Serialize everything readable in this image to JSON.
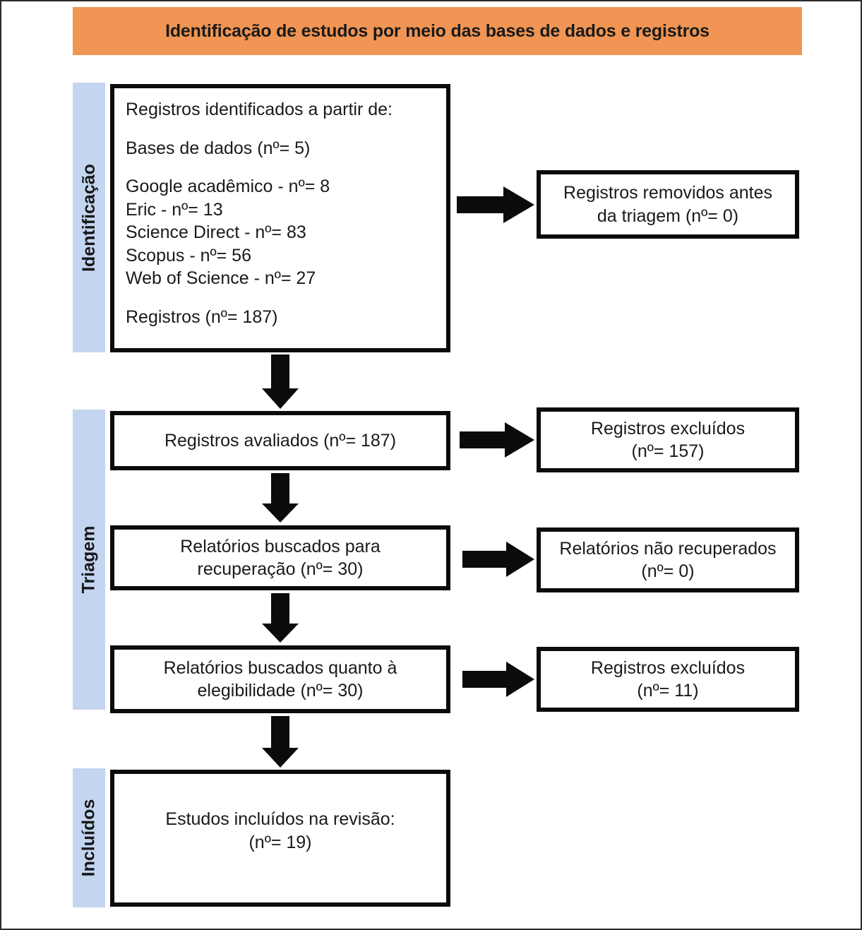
{
  "header": {
    "title": "Identificação de estudos por meio das bases de dados e registros",
    "band_color": "#F09553"
  },
  "stages": {
    "identification": "Identificação",
    "screening": "Triagem",
    "included": "Incluídos",
    "bar_color": "#C4D5EF"
  },
  "boxes": {
    "identified": {
      "heading": "Registros identificados a partir de:",
      "databases_count": "Bases de dados (nº= 5)",
      "sources": [
        "Google acadêmico - nº= 8",
        "Eric - nº= 13",
        "Science Direct - nº= 83",
        "Scopus - nº= 56",
        "Web of Science - nº= 27"
      ],
      "total": "Registros (nº= 187)"
    },
    "removed": {
      "line1": "Registros removidos antes",
      "line2": "da triagem (nº= 0)"
    },
    "screened": {
      "line1": "Registros avaliados (nº= 187)"
    },
    "excluded_1": {
      "line1": "Registros excluídos",
      "line2": "(nº= 157)"
    },
    "sought": {
      "line1": "Relatórios buscados para",
      "line2": "recuperação (nº= 30)"
    },
    "not_retrieved": {
      "line1": "Relatórios não recuperados",
      "line2": "(nº= 0)"
    },
    "eligibility": {
      "line1": "Relatórios buscados quanto à",
      "line2": "elegibilidade (nº= 30)"
    },
    "excluded_2": {
      "line1": "Registros excluídos",
      "line2": "(nº= 11)"
    },
    "included": {
      "line1": "Estudos incluídos na revisão:",
      "line2": "(nº= 19)"
    }
  },
  "chart_data": {
    "type": "diagram",
    "title": "Identificação de estudos por meio das bases de dados e registros",
    "flow": [
      {
        "stage": "Identificação",
        "node": "Registros identificados a partir de",
        "value": 187
      },
      {
        "stage": "Identificação",
        "node": "Bases de dados",
        "value": 5
      },
      {
        "stage": "Identificação",
        "node": "Google acadêmico",
        "value": 8
      },
      {
        "stage": "Identificação",
        "node": "Eric",
        "value": 13
      },
      {
        "stage": "Identificação",
        "node": "Science Direct",
        "value": 83
      },
      {
        "stage": "Identificação",
        "node": "Scopus",
        "value": 56
      },
      {
        "stage": "Identificação",
        "node": "Web of Science",
        "value": 27
      },
      {
        "stage": "Identificação",
        "node": "Registros removidos antes da triagem",
        "value": 0
      },
      {
        "stage": "Triagem",
        "node": "Registros avaliados",
        "value": 187
      },
      {
        "stage": "Triagem",
        "node": "Registros excluídos",
        "value": 157
      },
      {
        "stage": "Triagem",
        "node": "Relatórios buscados para recuperação",
        "value": 30
      },
      {
        "stage": "Triagem",
        "node": "Relatórios não recuperados",
        "value": 0
      },
      {
        "stage": "Triagem",
        "node": "Relatórios buscados quanto à elegibilidade",
        "value": 30
      },
      {
        "stage": "Triagem",
        "node": "Registros excluídos",
        "value": 11
      },
      {
        "stage": "Incluídos",
        "node": "Estudos incluídos na revisão",
        "value": 19
      }
    ]
  }
}
